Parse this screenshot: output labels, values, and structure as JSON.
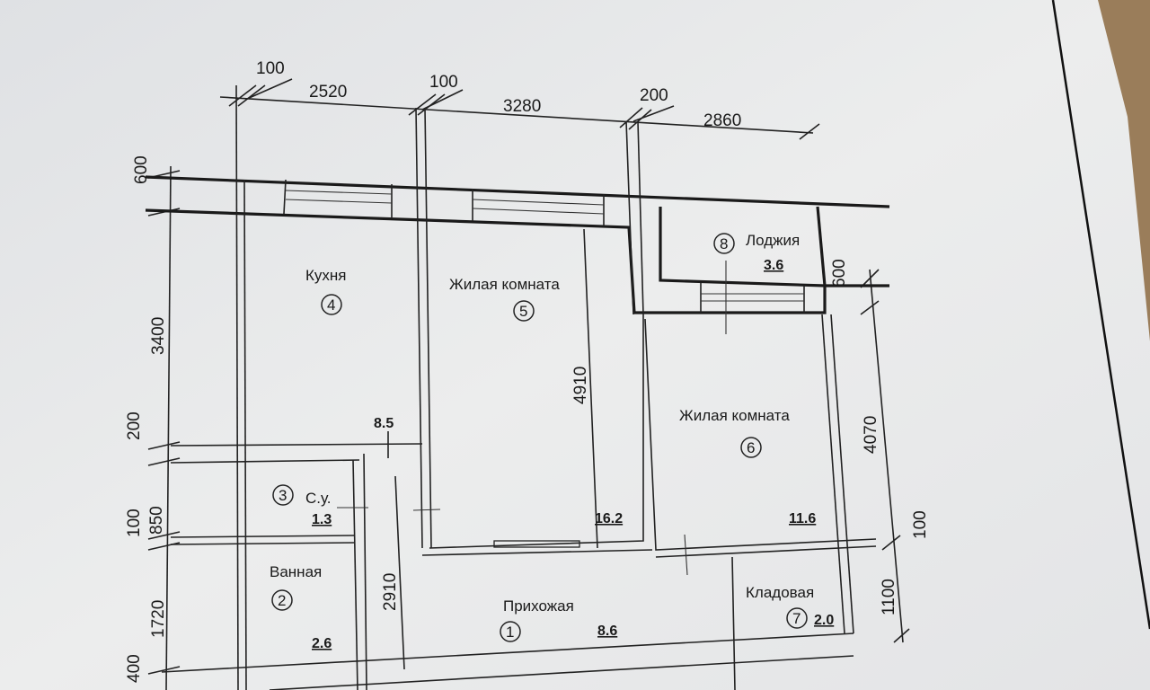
{
  "plan": {
    "dimensions_top": [
      "100",
      "2520",
      "100",
      "3280",
      "200",
      "2860"
    ],
    "dimensions_left": [
      "600",
      "3400",
      "200",
      "850",
      "100",
      "1720",
      "400"
    ],
    "dimensions_right": [
      "600",
      "4070",
      "100",
      "1100"
    ],
    "dimensions_internal": [
      "4910",
      "2910",
      "8.5"
    ],
    "rooms": [
      {
        "number": "1",
        "name": "Прихожая",
        "area": "8.6"
      },
      {
        "number": "2",
        "name": "Ванная",
        "area": "2.6"
      },
      {
        "number": "3",
        "name": "С.у.",
        "area": "1.3"
      },
      {
        "number": "4",
        "name": "Кухня",
        "area": ""
      },
      {
        "number": "5",
        "name": "Жилая комната",
        "area": "16.2"
      },
      {
        "number": "6",
        "name": "Жилая комната",
        "area": "11.6"
      },
      {
        "number": "7",
        "name": "Кладовая",
        "area": "2.0"
      },
      {
        "number": "8",
        "name": "Лоджия",
        "area": "3.6"
      }
    ]
  }
}
